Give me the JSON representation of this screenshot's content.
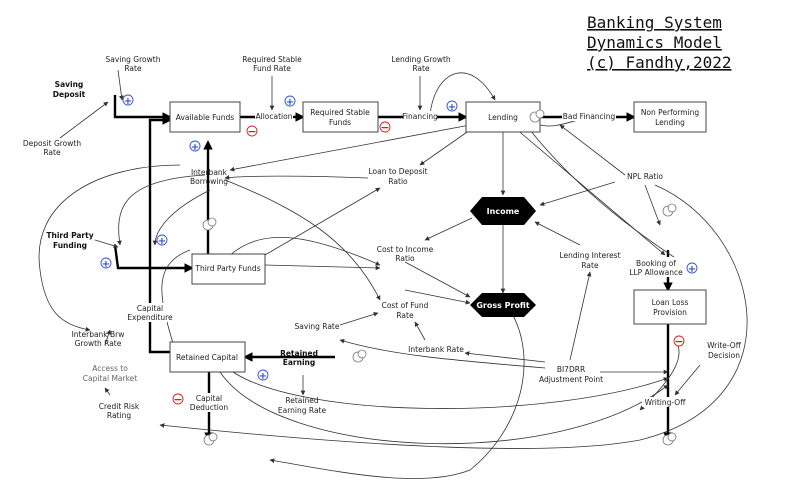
{
  "title": {
    "line1": "Banking System",
    "line2": "Dynamics Model",
    "line3": "(c) Fandhy,2022"
  },
  "stocks": {
    "available_funds": "Available Funds",
    "required_stable_funds_1": "Required Stable",
    "required_stable_funds_2": "Funds",
    "lending": "Lending",
    "non_performing_lending_1": "Non Performing",
    "non_performing_lending_2": "Lending",
    "third_party_funds": "Third Party Funds",
    "retained_capital": "Retained Capital",
    "loan_loss_provision_1": "Loan Loss",
    "loan_loss_provision_2": "Provision"
  },
  "hexagons": {
    "income": "Income",
    "gross_profit": "Gross Profit"
  },
  "flows": {
    "allocation": "Allocation",
    "financing": "Financing",
    "bad_financing": "Bad Financing",
    "interbank_borrowing_1": "Interbank",
    "interbank_borrowing_2": "Borrowing",
    "capital_expenditure_1": "Capital",
    "capital_expenditure_2": "Expenditure",
    "retained_earning_1": "Retained",
    "retained_earning_2": "Earning",
    "capital_deduction_1": "Capital",
    "capital_deduction_2": "Deduction",
    "booking_llp_1": "Booking of",
    "booking_llp_2": "LLP Allowance",
    "writing_off": "Writing-Off"
  },
  "variables": {
    "saving_growth_rate_1": "Saving Growth",
    "saving_growth_rate_2": "Rate",
    "saving_deposit_1": "Saving",
    "saving_deposit_2": "Deposit",
    "deposit_growth_rate_1": "Deposit Growth",
    "deposit_growth_rate_2": "Rate",
    "required_stable_fund_rate_1": "Required Stable",
    "required_stable_fund_rate_2": "Fund Rate",
    "lending_growth_rate_1": "Lending Growth",
    "lending_growth_rate_2": "Rate",
    "loan_to_deposit_ratio_1": "Loan to Deposit",
    "loan_to_deposit_ratio_2": "Ratio",
    "npl_ratio": "NPL Ratio",
    "third_party_funding_1": "Third Party",
    "third_party_funding_2": "Funding",
    "cost_to_income_ratio_1": "Cost to Income",
    "cost_to_income_ratio_2": "Ratio",
    "lending_interest_rate_1": "Lending Interest",
    "lending_interest_rate_2": "Rate",
    "cost_of_fund_rate_1": "Cost of Fund",
    "cost_of_fund_rate_2": "Rate",
    "saving_rate": "Saving Rate",
    "interbank_rate": "Interbank Rate",
    "bi7drr_1": "BI7DRR",
    "bi7drr_2": "Adjustment Point",
    "interbank_brw_growth_rate_1": "Interbank Brw",
    "interbank_brw_growth_rate_2": "Growth Rate",
    "access_to_capital_market_1": "Access to",
    "access_to_capital_market_2": "Capital Market",
    "credit_risk_rating_1": "Credit Risk",
    "credit_risk_rating_2": "Rating",
    "retained_earning_rate_1": "Retained",
    "retained_earning_rate_2": "Earning Rate",
    "write_off_decision_1": "Write-Off",
    "write_off_decision_2": "Decision"
  },
  "polarity": {
    "plus": "+",
    "minus": "−"
  },
  "colors": {
    "positive": "#3355cc",
    "negative": "#cc2222",
    "hexagon_fill": "#000000"
  }
}
